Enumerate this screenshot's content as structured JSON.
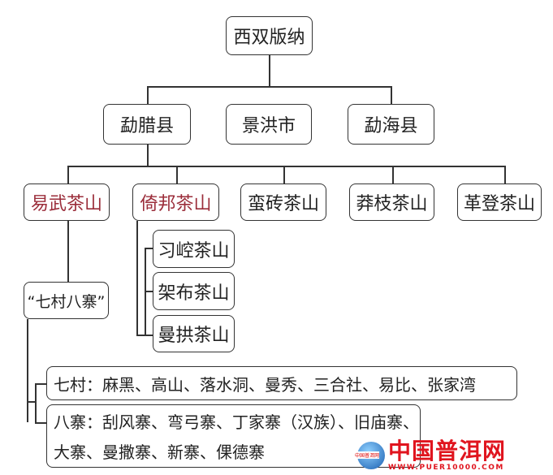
{
  "root": "西双版纳",
  "counties": [
    "勐腊县",
    "景洪市",
    "勐海县"
  ],
  "mountains": [
    "易武茶山",
    "倚邦茶山",
    "蛮砖茶山",
    "莽枝茶山",
    "革登茶山"
  ],
  "yibang_sub": [
    "习崆茶山",
    "架布茶山",
    "曼拱茶山"
  ],
  "yiwu_sub": "“七村八寨”",
  "qicun": "七村：麻黑、高山、落水洞、曼秀、三合社、易比、张家湾",
  "bazhai_line1": "八寨：刮风寨、弯弓寨、丁家寨（汉族）、旧庙寨、",
  "bazhai_line2": "大寨、曼撒寨、新寨、倮德寨",
  "watermark": {
    "title": "中国普洱网",
    "url": "WWW.PUER10000.COM",
    "badge": "中国普洱网"
  }
}
